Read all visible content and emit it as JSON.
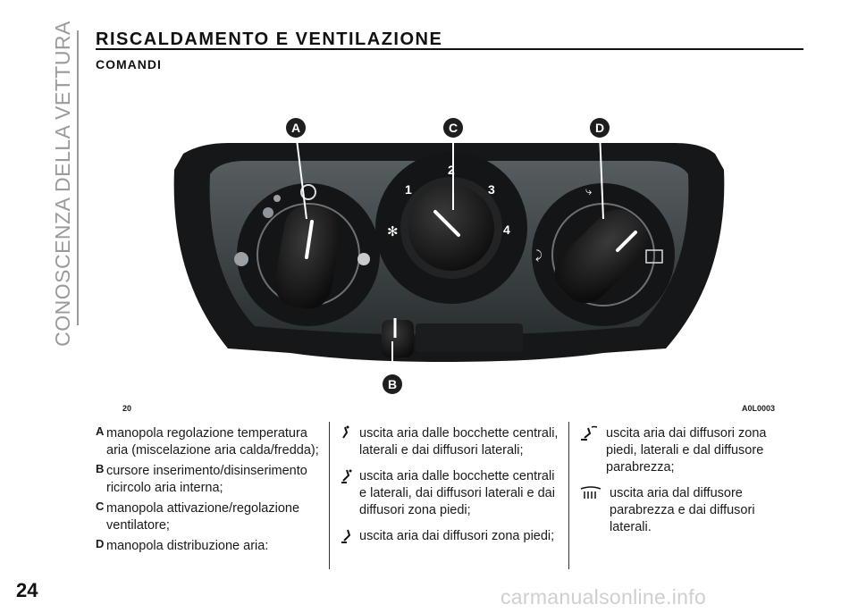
{
  "side_title": "CONOSCENZA DELLA VETTURA",
  "heading": "RISCALDAMENTO E VENTILAZIONE",
  "subheading": "COMANDI",
  "figure": {
    "number": "20",
    "code": "A0L0003",
    "callouts": {
      "a": "A",
      "b": "B",
      "c": "C",
      "d": "D"
    },
    "fan_speeds": {
      "s1": "1",
      "s2": "2",
      "s3": "3",
      "s4": "4"
    }
  },
  "legend": [
    {
      "letter": "A",
      "text": "manopola regolazione temperatura aria (miscelazione aria calda/fredda);"
    },
    {
      "letter": "B",
      "text": "cursore inserimento/disinserimento ricircolo aria interna;"
    },
    {
      "letter": "C",
      "text": "manopola attivazione/regolazione ventilatore;"
    },
    {
      "letter": "D",
      "text": "manopola distribuzione aria:"
    }
  ],
  "distribution_col2": [
    {
      "icon": "vent-central-lateral-icon",
      "text": "uscita aria dalle bocchette centrali, laterali e dai diffusori laterali;"
    },
    {
      "icon": "vent-central-lateral-feet-icon",
      "text": "uscita aria dalle bocchette centrali e laterali, dai diffusori laterali e dai diffusori zona piedi;"
    },
    {
      "icon": "vent-feet-icon",
      "text": "uscita aria dai diffusori zona piedi;"
    }
  ],
  "distribution_col3": [
    {
      "icon": "vent-feet-windscreen-icon",
      "text": "uscita aria dai diffusori zona piedi, laterali e dal diffusore parabrezza;"
    },
    {
      "icon": "windscreen-defrost-icon",
      "text": "uscita aria dal diffusore parabrezza e dai diffusori laterali."
    }
  ],
  "page_number": "24",
  "watermark": "carmanualsonline.info",
  "colors": {
    "panel": "#2a2d2f",
    "knob": "#1c1c1c",
    "frame": "#454b4e",
    "marker": "#ffffff"
  }
}
